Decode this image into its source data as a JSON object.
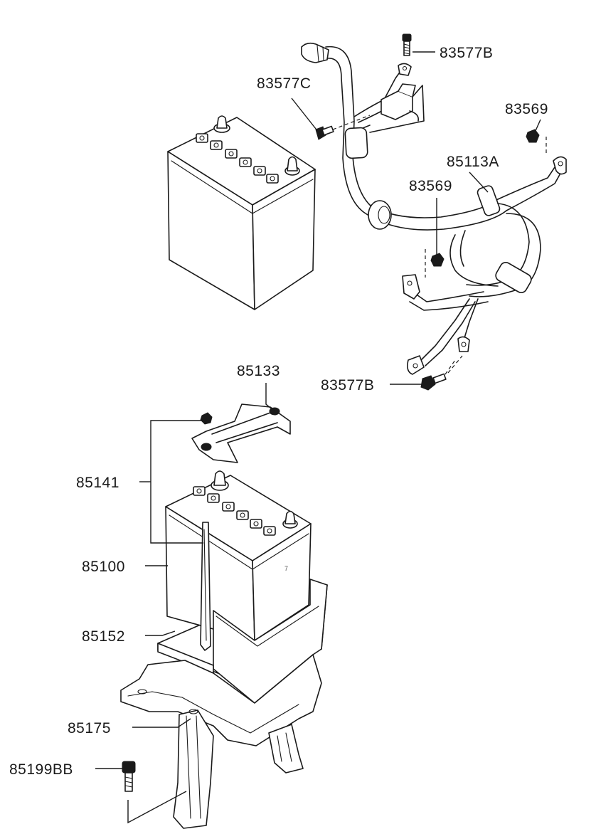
{
  "labels": {
    "p83577B_top": "83577B",
    "p83577C": "83577C",
    "p83569_top": "83569",
    "p85113A": "85113A",
    "p83569_mid": "83569",
    "p83577B_bottom": "83577B",
    "p85133": "85133",
    "p85141": "85141",
    "p85100": "85100",
    "p85152": "85152",
    "p85175": "85175",
    "p85199BB": "85199BB"
  },
  "battery_mark": "7",
  "colors": {
    "ink": "#1a1a1a",
    "paper": "#ffffff"
  }
}
